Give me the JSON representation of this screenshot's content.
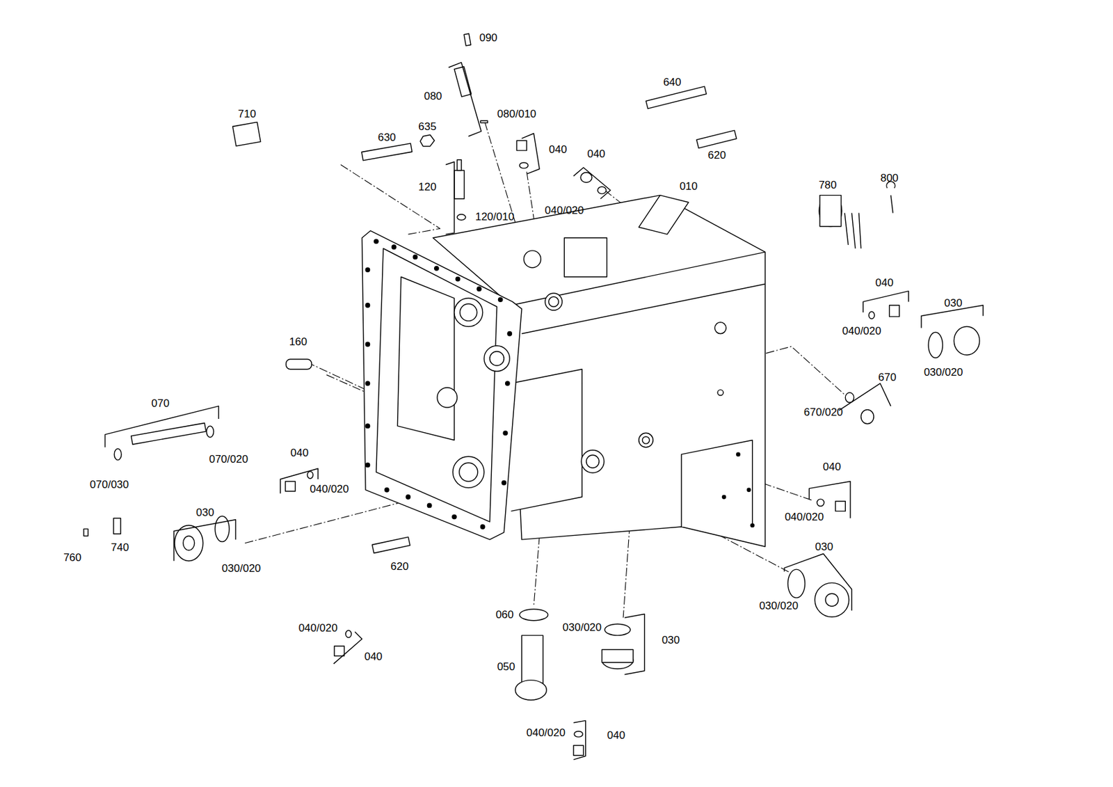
{
  "diagram": {
    "labels": [
      "090",
      "080",
      "080/010",
      "710",
      "630",
      "635",
      "640",
      "040",
      "040",
      "620",
      "010",
      "120",
      "120/010",
      "040/020",
      "780",
      "800",
      "040",
      "030",
      "040/020",
      "030/020",
      "160",
      "670",
      "670/020",
      "070",
      "070/020",
      "070/030",
      "040",
      "040/020",
      "040",
      "040/020",
      "030",
      "030",
      "760",
      "740",
      "030/020",
      "620",
      "030/020",
      "060",
      "030/020",
      "030",
      "040/020",
      "040",
      "050",
      "040/020",
      "040"
    ]
  }
}
